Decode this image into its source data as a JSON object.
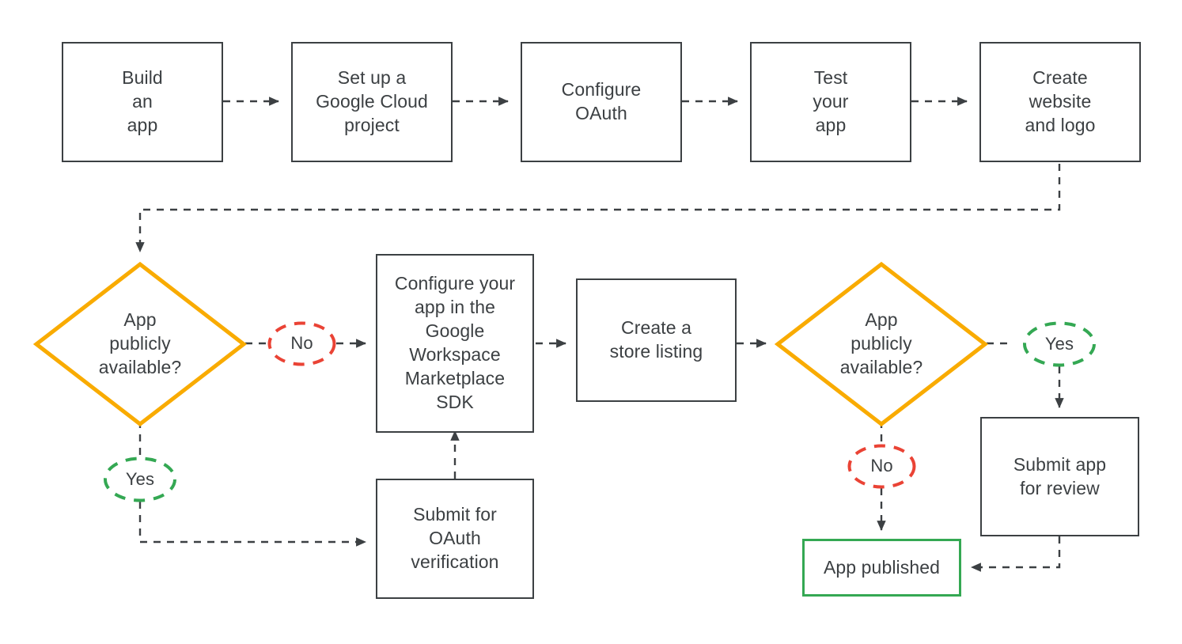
{
  "diagram": {
    "title": "Google Workspace app publishing flowchart",
    "background": "#ffffff",
    "colors": {
      "node_stroke": "#3c4043",
      "node_text": "#3c4043",
      "decision_stroke": "#f9ab00",
      "yes_stroke": "#34a853",
      "no_stroke": "#ea4335",
      "terminal_stroke": "#34a853",
      "edge_stroke": "#3c4043"
    }
  },
  "nodes": {
    "build_an_app": {
      "label": "Build\nan\napp",
      "shape": "process"
    },
    "set_up_gcp": {
      "label": "Set up a\nGoogle Cloud\nproject",
      "shape": "process"
    },
    "configure_oauth": {
      "label": "Configure\nOAuth",
      "shape": "process"
    },
    "test_your_app": {
      "label": "Test\nyour\napp",
      "shape": "process"
    },
    "create_website_logo": {
      "label": "Create\nwebsite\nand logo",
      "shape": "process"
    },
    "decision_public_1": {
      "label": "App\npublicly\navailable?",
      "shape": "decision"
    },
    "configure_sdk": {
      "label": "Configure your\napp in the\nGoogle\nWorkspace\nMarketplace\nSDK",
      "shape": "process"
    },
    "create_store_listing": {
      "label": "Create a\nstore listing",
      "shape": "process"
    },
    "decision_public_2": {
      "label": "App\npublicly\navailable?",
      "shape": "decision"
    },
    "submit_oauth_verification": {
      "label": "Submit for\nOAuth\nverification",
      "shape": "process"
    },
    "submit_app_review": {
      "label": "Submit app\nfor review",
      "shape": "process"
    },
    "app_published": {
      "label": "App published",
      "shape": "terminal"
    }
  },
  "edge_labels": {
    "no_1": {
      "label": "No",
      "kind": "no"
    },
    "yes_1": {
      "label": "Yes",
      "kind": "yes"
    },
    "no_2": {
      "label": "No",
      "kind": "no"
    },
    "yes_2": {
      "label": "Yes",
      "kind": "yes"
    }
  },
  "chart_data": {
    "type": "flowchart",
    "title": "Google Workspace app publishing flowchart",
    "orientation": "left-to-right, two rows",
    "nodes": [
      {
        "id": "build_an_app",
        "label": "Build an app",
        "shape": "process"
      },
      {
        "id": "set_up_gcp",
        "label": "Set up a Google Cloud project",
        "shape": "process"
      },
      {
        "id": "configure_oauth",
        "label": "Configure OAuth",
        "shape": "process"
      },
      {
        "id": "test_your_app",
        "label": "Test your app",
        "shape": "process"
      },
      {
        "id": "create_website_logo",
        "label": "Create website and logo",
        "shape": "process"
      },
      {
        "id": "decision_public_1",
        "label": "App publicly available?",
        "shape": "decision"
      },
      {
        "id": "configure_sdk",
        "label": "Configure your app in the Google Workspace Marketplace SDK",
        "shape": "process"
      },
      {
        "id": "create_store_listing",
        "label": "Create a store listing",
        "shape": "process"
      },
      {
        "id": "decision_public_2",
        "label": "App publicly available?",
        "shape": "decision"
      },
      {
        "id": "submit_oauth_verification",
        "label": "Submit for OAuth verification",
        "shape": "process"
      },
      {
        "id": "submit_app_review",
        "label": "Submit app for review",
        "shape": "process"
      },
      {
        "id": "app_published",
        "label": "App published",
        "shape": "terminal"
      }
    ],
    "edges": [
      {
        "from": "build_an_app",
        "to": "set_up_gcp",
        "label": ""
      },
      {
        "from": "set_up_gcp",
        "to": "configure_oauth",
        "label": ""
      },
      {
        "from": "configure_oauth",
        "to": "test_your_app",
        "label": ""
      },
      {
        "from": "test_your_app",
        "to": "create_website_logo",
        "label": ""
      },
      {
        "from": "create_website_logo",
        "to": "decision_public_1",
        "label": ""
      },
      {
        "from": "decision_public_1",
        "to": "configure_sdk",
        "label": "No"
      },
      {
        "from": "decision_public_1",
        "to": "submit_oauth_verification",
        "label": "Yes"
      },
      {
        "from": "submit_oauth_verification",
        "to": "configure_sdk",
        "label": ""
      },
      {
        "from": "configure_sdk",
        "to": "create_store_listing",
        "label": ""
      },
      {
        "from": "create_store_listing",
        "to": "decision_public_2",
        "label": ""
      },
      {
        "from": "decision_public_2",
        "to": "app_published",
        "label": "No"
      },
      {
        "from": "decision_public_2",
        "to": "submit_app_review",
        "label": "Yes"
      },
      {
        "from": "submit_app_review",
        "to": "app_published",
        "label": ""
      }
    ]
  }
}
